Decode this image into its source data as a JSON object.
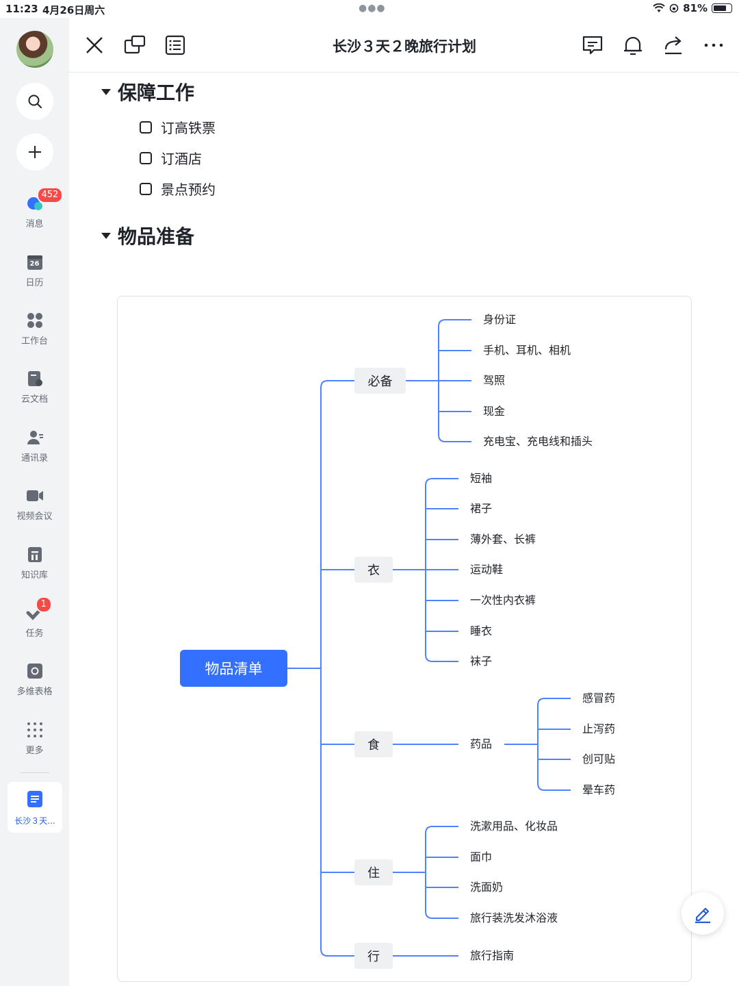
{
  "status_bar": {
    "time": "11:23",
    "date": "4月26日周六",
    "battery": "81%",
    "battery_level": 0.81
  },
  "sidebar": {
    "items": [
      {
        "label": "消息",
        "icon": "chat-bubbles-icon",
        "badge": "452"
      },
      {
        "label": "日历",
        "icon": "calendar-icon",
        "day": "26"
      },
      {
        "label": "工作台",
        "icon": "grid-icon"
      },
      {
        "label": "云文档",
        "icon": "cloud-doc-icon"
      },
      {
        "label": "通讯录",
        "icon": "contacts-icon"
      },
      {
        "label": "视频会议",
        "icon": "video-camera-icon"
      },
      {
        "label": "知识库",
        "icon": "knowledge-base-icon"
      },
      {
        "label": "任务",
        "icon": "task-check-icon",
        "badge": "1"
      },
      {
        "label": "多维表格",
        "icon": "base-table-icon"
      },
      {
        "label": "更多",
        "icon": "more-dots-icon"
      }
    ],
    "current_doc": "长沙３天..."
  },
  "toolbar": {
    "title": "长沙３天２晚旅行计划"
  },
  "sections": {
    "guarantee": {
      "title": "保障工作",
      "todos": [
        "订高铁票",
        "订酒店",
        "景点预约"
      ]
    },
    "items": {
      "title": "物品准备"
    }
  },
  "mindmap": {
    "root": "物品清单",
    "bibei": {
      "label": "必备",
      "children": [
        "身份证",
        "手机、耳机、相机",
        "驾照",
        "现金",
        "充电宝、充电线和插头"
      ]
    },
    "yi": {
      "label": "衣",
      "children": [
        "短袖",
        "裙子",
        "薄外套、长裤",
        "运动鞋",
        "一次性内衣裤",
        "睡衣",
        "袜子"
      ]
    },
    "shi": {
      "label": "食",
      "child": "药品",
      "grandchildren": [
        "感冒药",
        "止泻药",
        "创可贴",
        "晕车药"
      ]
    },
    "zhu": {
      "label": "住",
      "children": [
        "洗漱用品、化妆品",
        "面巾",
        "洗面奶",
        "旅行装洗发沐浴液"
      ]
    },
    "xing": {
      "label": "行",
      "children": [
        "旅行指南"
      ]
    }
  },
  "colors": {
    "accent": "#3370ff",
    "line": "#4e83fd",
    "badge": "#f54a45"
  }
}
